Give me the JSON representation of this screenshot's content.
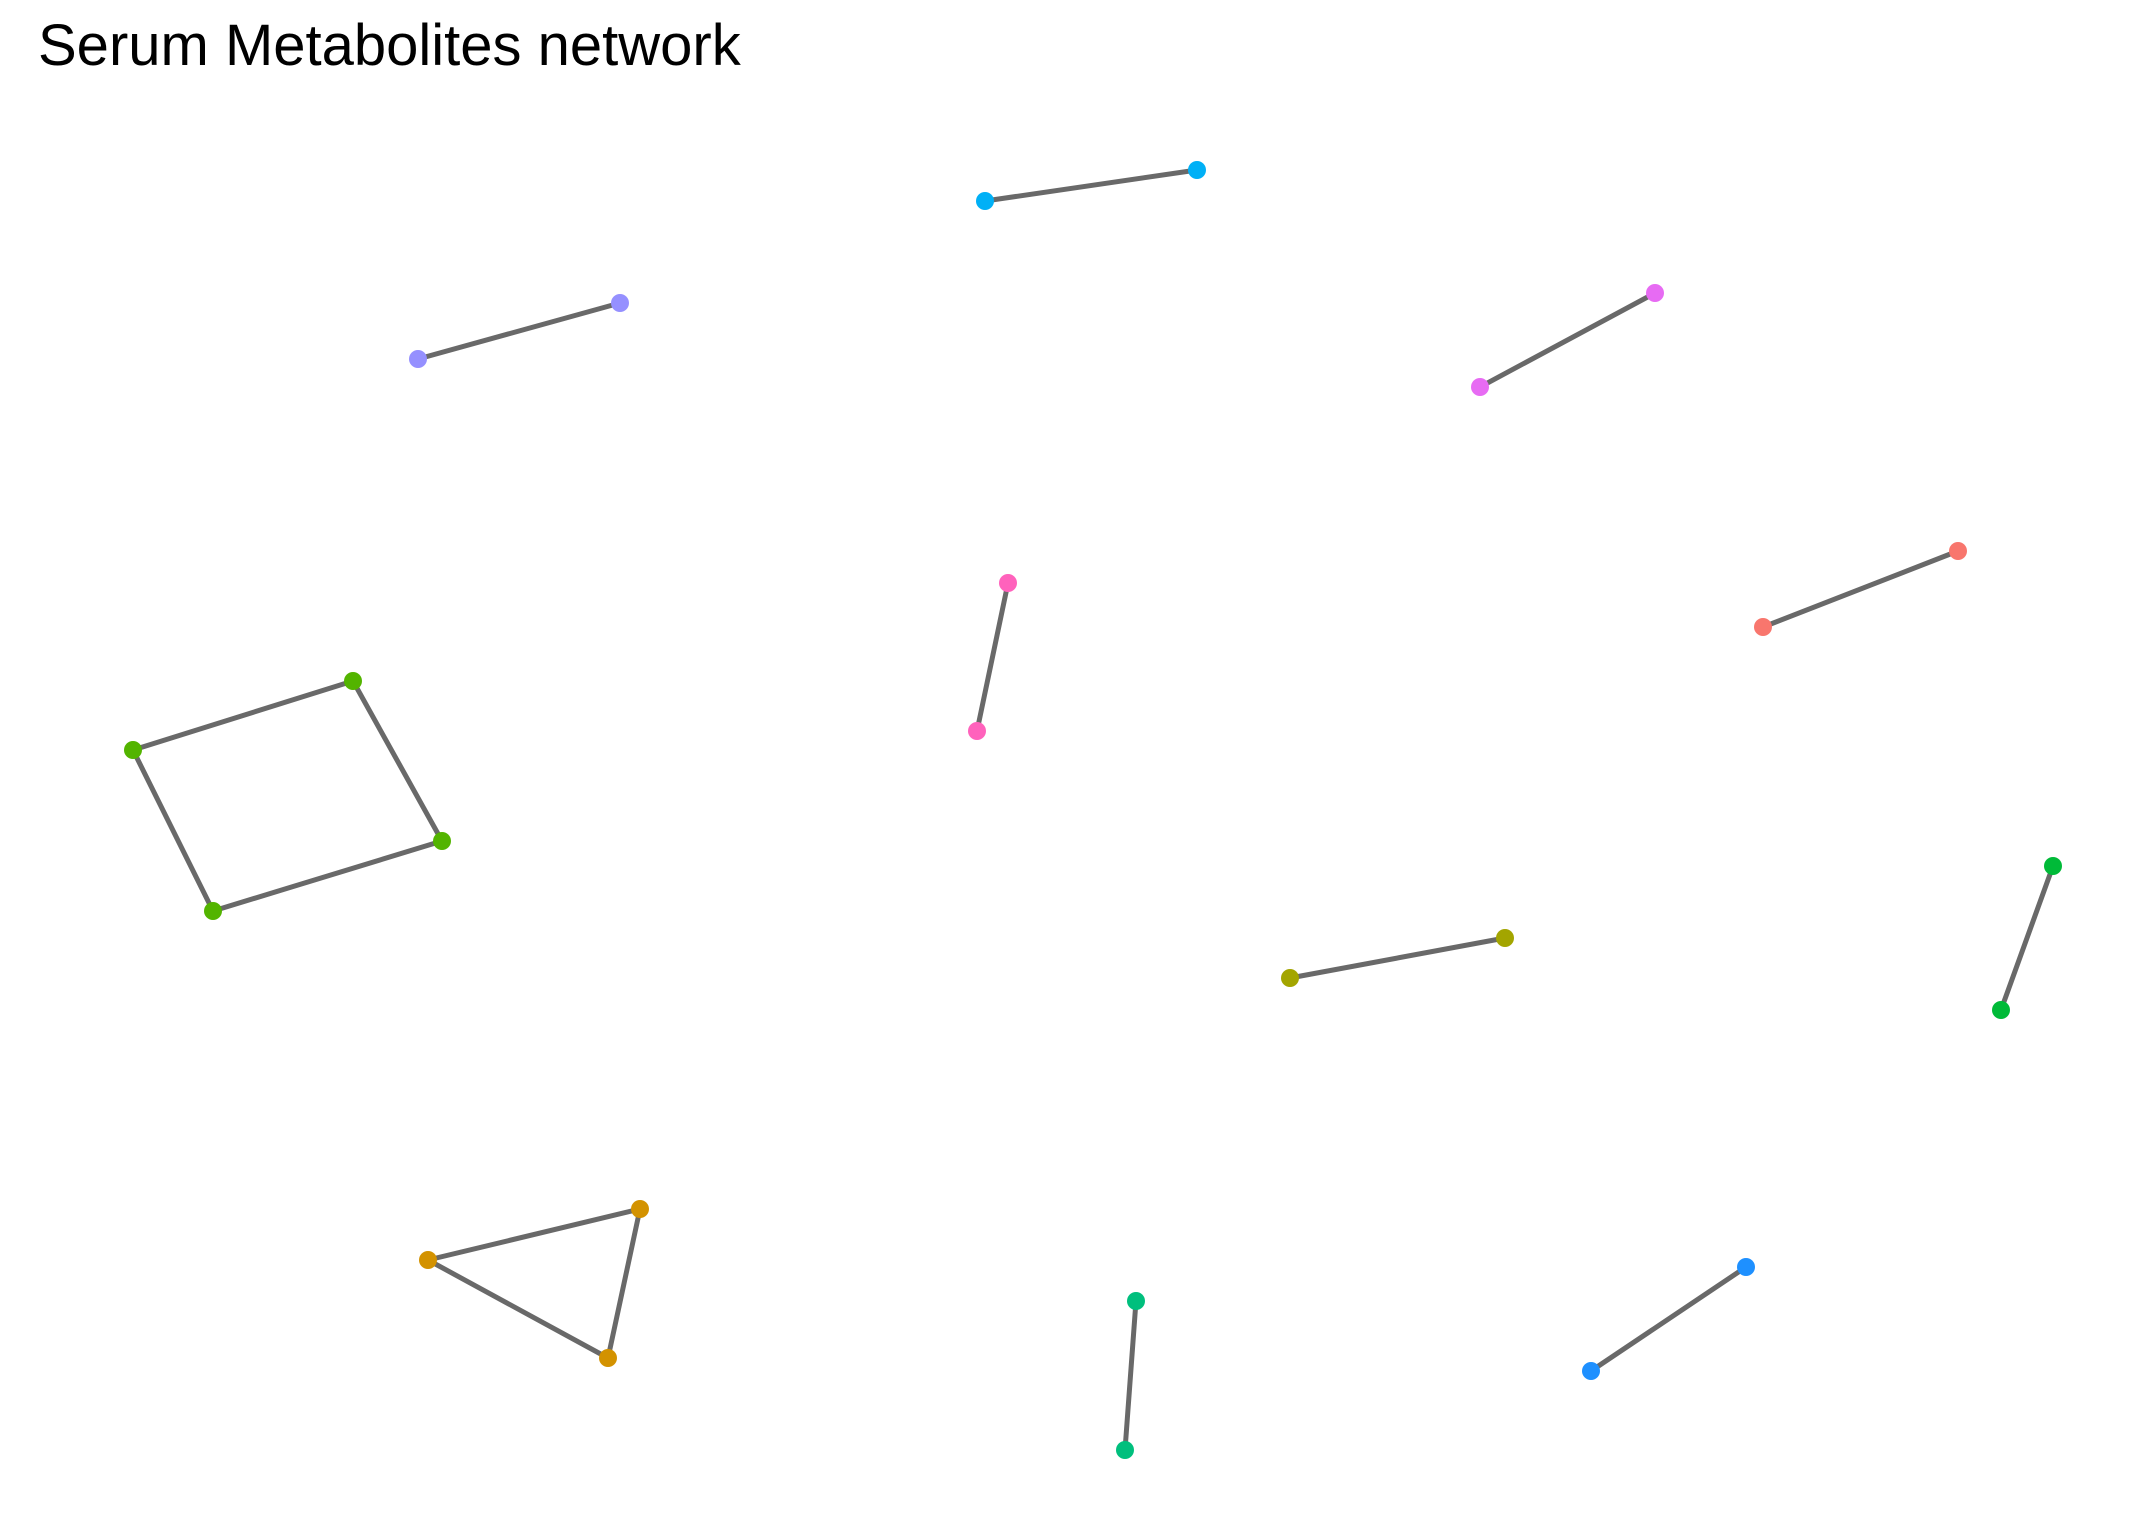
{
  "title": "Serum Metabolites network",
  "style": {
    "edge_color": "#696969",
    "background": "#ffffff"
  },
  "chart_data": {
    "type": "network",
    "title": "Serum Metabolites network",
    "components": [
      {
        "color": "#A3A500",
        "node_count": 2,
        "edge_count": 1
      },
      {
        "color": "#00BA38",
        "node_count": 2,
        "edge_count": 1
      },
      {
        "color": "#00B0F6",
        "node_count": 2,
        "edge_count": 1
      },
      {
        "color": "#9590FF",
        "node_count": 2,
        "edge_count": 1
      },
      {
        "color": "#E76BF3",
        "node_count": 2,
        "edge_count": 1
      },
      {
        "color": "#F8766D",
        "node_count": 2,
        "edge_count": 1
      },
      {
        "color": "#FF62BC",
        "node_count": 2,
        "edge_count": 1
      },
      {
        "color": "#00BF7D",
        "node_count": 2,
        "edge_count": 1
      },
      {
        "color": "#1E90FF",
        "node_count": 2,
        "edge_count": 1
      },
      {
        "color": "#53B400",
        "node_count": 4,
        "edge_count": 4,
        "shape": "cycle"
      },
      {
        "color": "#D39200",
        "node_count": 3,
        "edge_count": 3,
        "shape": "triangle"
      }
    ]
  }
}
